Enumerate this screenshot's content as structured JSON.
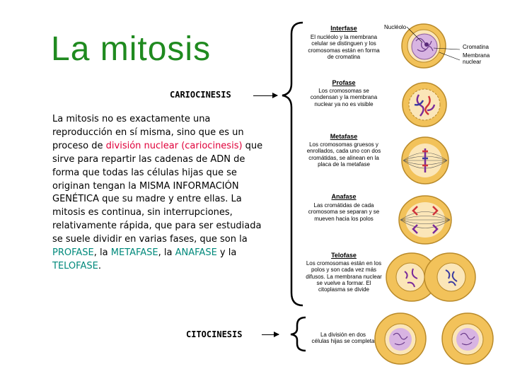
{
  "title": "La mitosis",
  "cariocinesis_label": "CARIOCINESIS",
  "citocinesis_label": "CITOCINESIS",
  "body": {
    "p1": "La mitosis no es exactamente una reproducción en sí misma, sino que es un proceso de ",
    "highlight": "división nuclear (cariocinesis)",
    "p2": " que sirve para repartir las cadenas de ADN de forma que todas las células hijas que se originan tengan la MISMA INFORMACIÓN GENÉTICA que su madre y entre ellas. La mitosis es continua, sin interrupciones, relativamente rápida, que para ser estudiada se suele dividir en varias fases, que son la ",
    "profase": "PROFASE",
    "sep1": ", la ",
    "metafase": "METAFASE",
    "sep2": ", la ",
    "anafase": "ANAFASE",
    "sep3": " y la ",
    "telofase": "TELOFASE",
    "end": "."
  },
  "stages": [
    {
      "name": "Interfase",
      "desc": "El nucléolo y la membrana celular se distinguen y los cromosomas están en forma de cromatina"
    },
    {
      "name": "Profase",
      "desc": "Los cromosomas se condensan y la membrana nuclear ya no es visible"
    },
    {
      "name": "Metafase",
      "desc": "Los cromosomas gruesos y enrollados, cada uno con dos cromátidas, se alinean en la placa de la metafase"
    },
    {
      "name": "Anafase",
      "desc": "Las cromátidas de cada cromosoma se separan y se mueven hacia los polos"
    },
    {
      "name": "Telofase",
      "desc": "Los cromosomas están en los polos y son cada vez más difusos. La membrana nuclear se vuelve a formar. El citoplasma se divide"
    }
  ],
  "citocinesis_desc": "La división en dos células hijas se completa",
  "annotations": {
    "nucleolo": "Nucléolo",
    "cromatina": "Cromatina",
    "membrana": "Membrana nuclear"
  },
  "colors": {
    "title": "#1f8a1f",
    "highlight": "#e0003a",
    "phase": "#00897b"
  }
}
